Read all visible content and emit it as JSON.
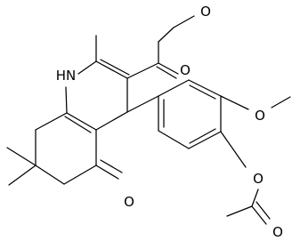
{
  "structure": {
    "bond_color": "#000000",
    "labels": {
      "nh": "HN",
      "o_ester_carbonyl": "O",
      "o_ester_alkoxy": "O",
      "o_methoxy": "O",
      "o_ketone": "O",
      "o_acetoxy_ether": "O",
      "o_acetoxy_carbonyl": "O"
    }
  }
}
